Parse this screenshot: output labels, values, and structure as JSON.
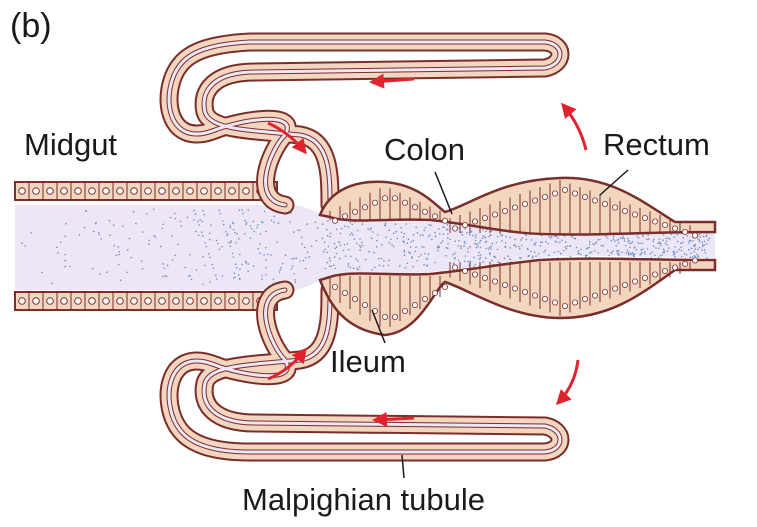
{
  "panel_label": "(b)",
  "labels": {
    "midgut": "Midgut",
    "colon": "Colon",
    "rectum": "Rectum",
    "ileum": "Ileum",
    "malpighian": "Malpighian tubule"
  },
  "colors": {
    "tissue_fill": "#f2d6bf",
    "tissue_outline": "#7a2e2b",
    "lumen_fill": "#ece6f6",
    "particles": "#6f8fbf",
    "nucleus": "#ffffff",
    "arrow": "#e2232f"
  },
  "icons": [
    "flow-arrow-icon"
  ]
}
